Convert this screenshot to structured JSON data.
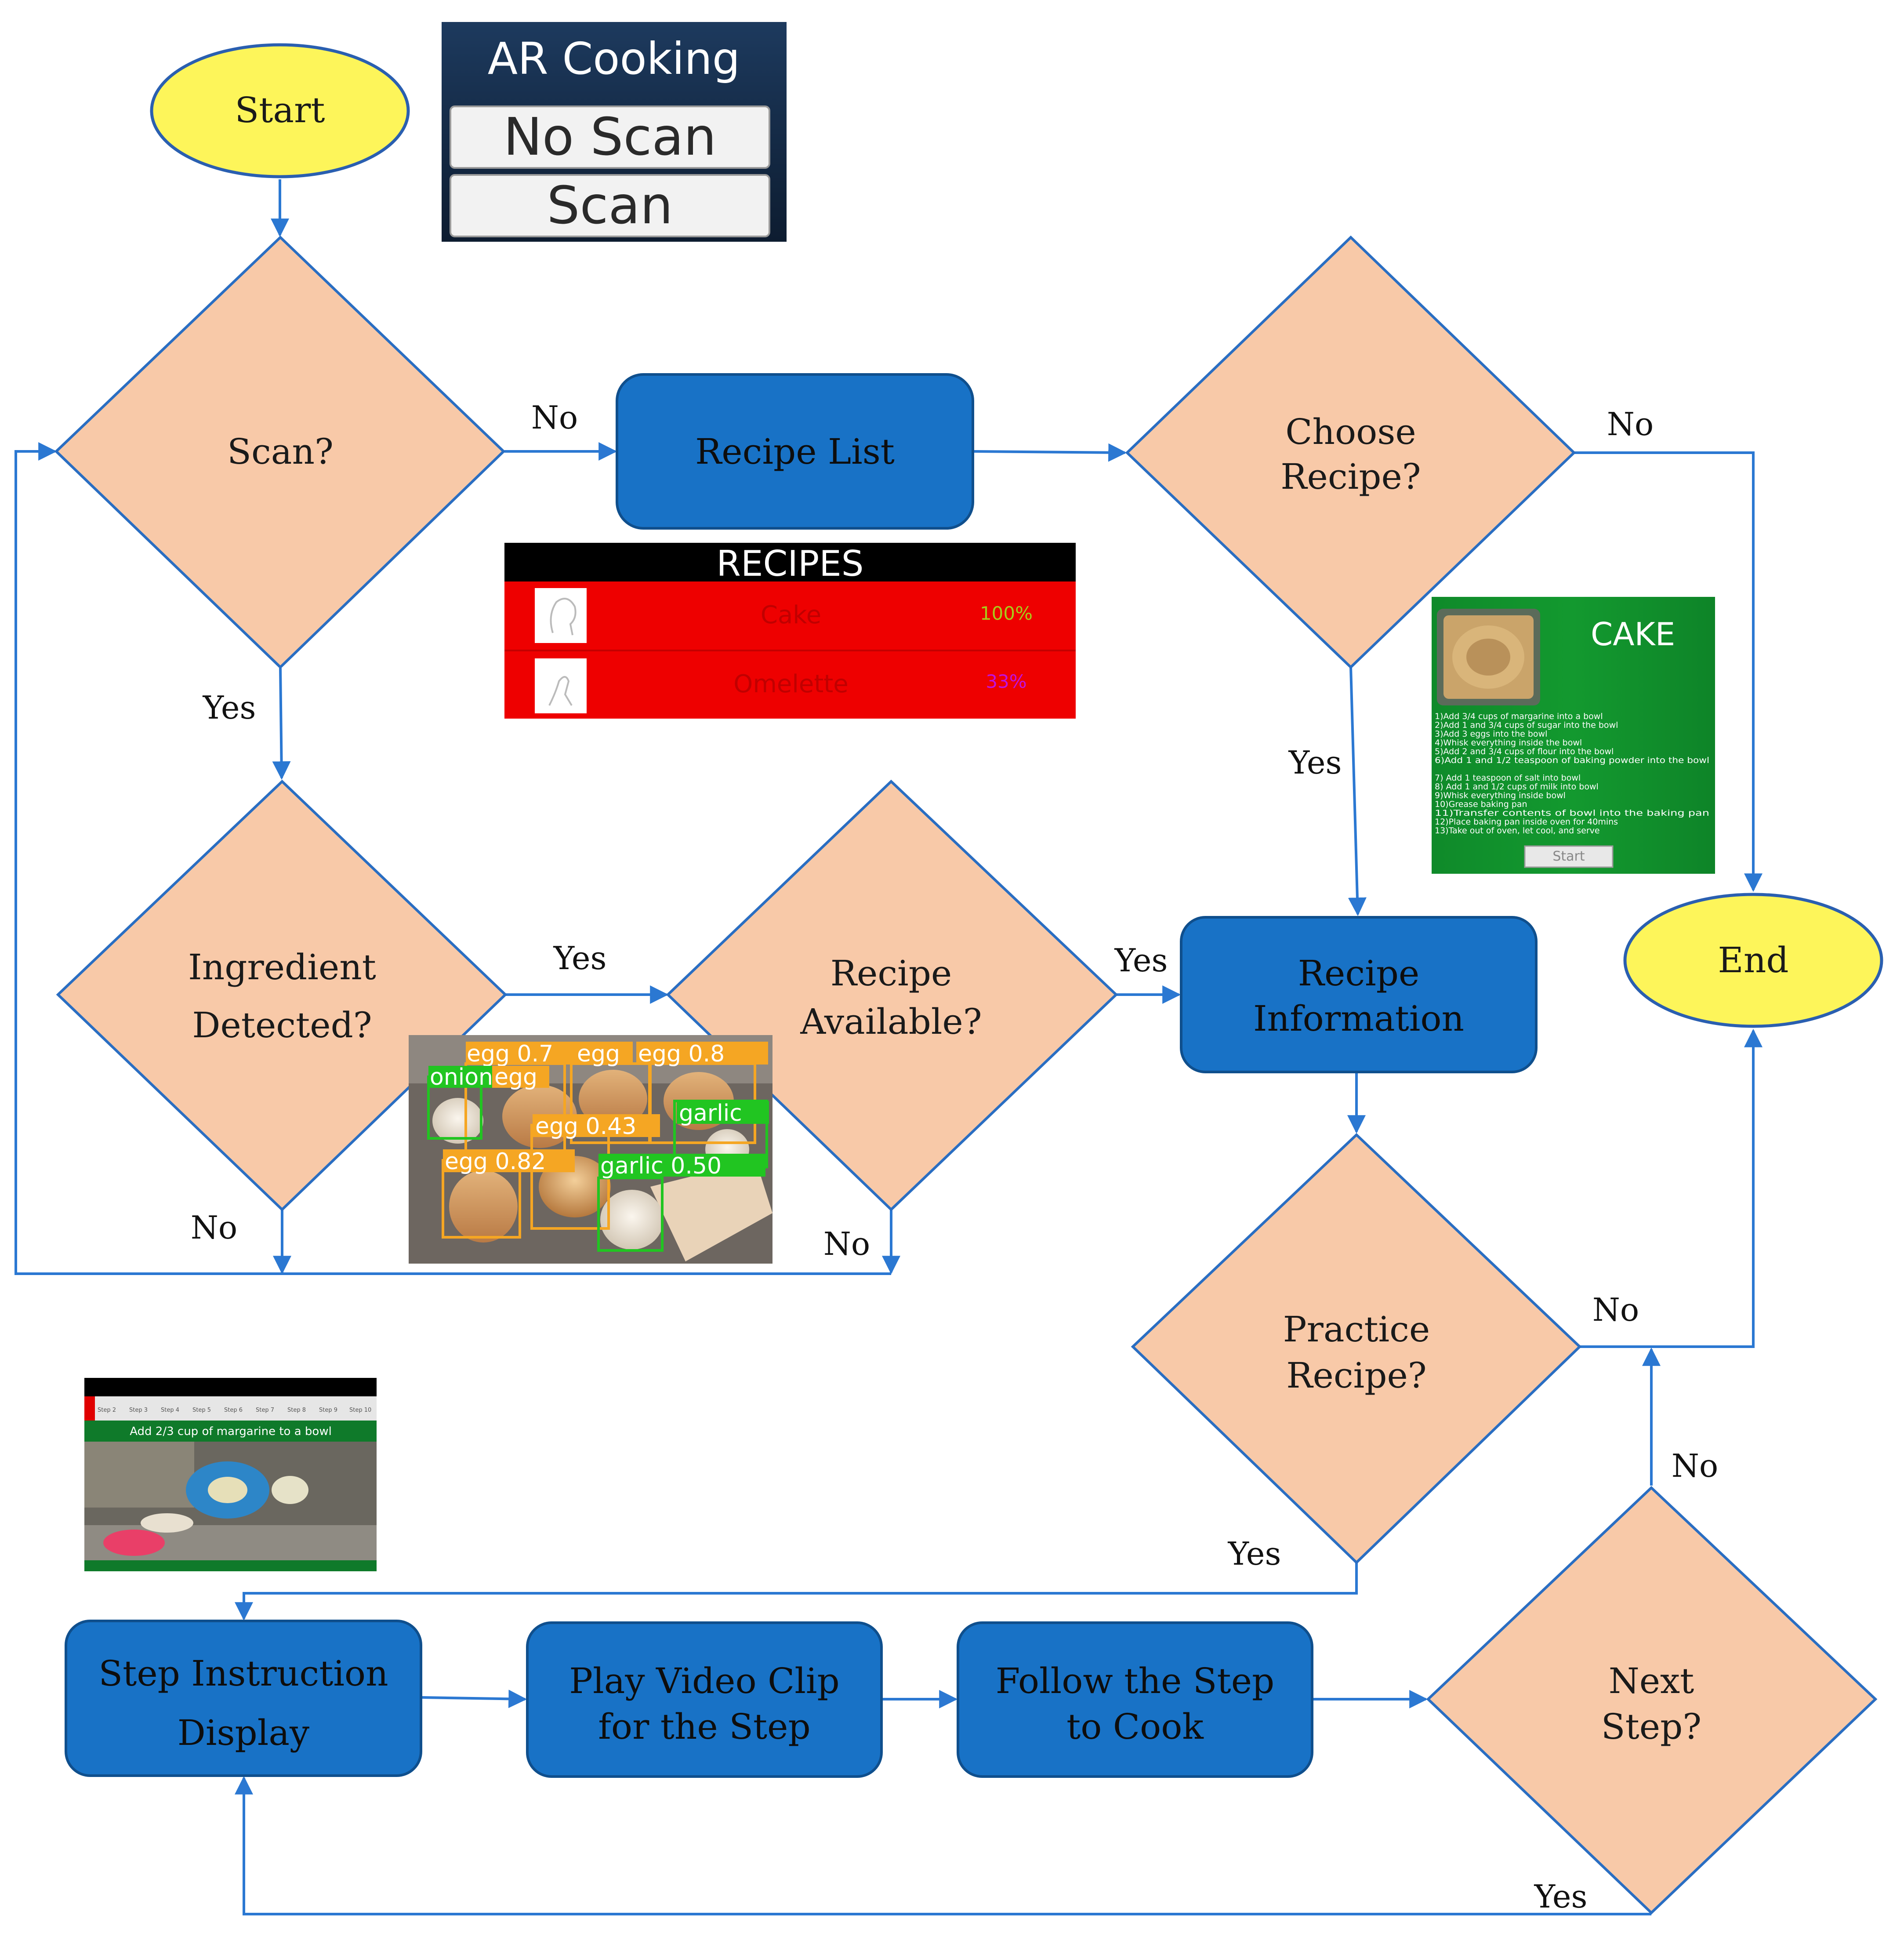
{
  "colors": {
    "terminal_fill": "#fdf55a",
    "terminal_stroke": "#2a5fb0",
    "process_fill": "#1872c6",
    "process_stroke": "#0f4f8d",
    "decision_fill": "#f8c9a8",
    "decision_stroke": "#2a6ec2",
    "arrow": "#2b78d2"
  },
  "nodes": {
    "start": "Start",
    "end": "End",
    "scan_decision": "Scan?",
    "recipe_list": "Recipe List",
    "choose_recipe": [
      "Choose",
      "Recipe?"
    ],
    "ingredient_detected": [
      "Ingredient",
      "Detected?"
    ],
    "recipe_available": [
      "Recipe",
      "Available?"
    ],
    "recipe_information": [
      "Recipe",
      "Information"
    ],
    "practice_recipe": [
      "Practice",
      "Recipe?"
    ],
    "step_instruction": [
      "Step Instruction",
      "Display"
    ],
    "play_video": [
      "Play Video Clip",
      "for the Step"
    ],
    "follow_step": [
      "Follow the Step",
      "to Cook"
    ],
    "next_step": [
      "Next",
      "Step?"
    ]
  },
  "edge_labels": {
    "scan_no": "No",
    "scan_yes": "Yes",
    "choose_no": "No",
    "choose_yes": "Yes",
    "ingredient_yes": "Yes",
    "ingredient_no": "No",
    "available_yes": "Yes",
    "available_no": "No",
    "practice_no": "No",
    "practice_yes": "Yes",
    "next_no": "No",
    "next_yes": "Yes"
  },
  "screenshots": {
    "ar_menu": {
      "title": "AR Cooking",
      "buttons": [
        "No Scan",
        "Scan"
      ]
    },
    "recipes_panel": {
      "header": "RECIPES",
      "rows": [
        {
          "name": "Cake",
          "match": "100%"
        },
        {
          "name": "Omelette",
          "match": "33%"
        }
      ]
    },
    "cake_panel": {
      "title": "CAKE",
      "steps": [
        "1)Add 3/4 cups of margarine into a bowl",
        "2)Add 1 and 3/4 cups of sugar into the bowl",
        "3)Add 3 eggs into the bowl",
        "4)Whisk everything inside the bowl",
        "5)Add 2 and 3/4 cups of flour into the bowl",
        "6)Add 1 and 1/2 teaspoon of baking powder into the bowl",
        "7) Add 1 teaspoon of salt into bowl",
        "8) Add 1 and 1/2 cups of milk into bowl",
        "9)Whisk everything inside bowl",
        "10)Grease baking pan",
        "11)Transfer contents of bowl into the baking pan",
        "12)Place baking pan inside oven for 40mins",
        "13)Take out of oven, let cool, and serve"
      ],
      "button": "Start"
    },
    "detection": {
      "labels": [
        "egg 0.7",
        "egg",
        "egg 0.8",
        "onion",
        "egg",
        "egg 0.43",
        "garlic",
        "egg 0.82",
        "garlic 0.50"
      ]
    },
    "step_video": {
      "tabs": [
        "Step 2",
        "Step 3",
        "Step 4",
        "Step 5",
        "Step 6",
        "Step 7",
        "Step 8",
        "Step 9",
        "Step 10"
      ],
      "instruction": "Add 2/3 cup of margarine to a bowl"
    }
  }
}
